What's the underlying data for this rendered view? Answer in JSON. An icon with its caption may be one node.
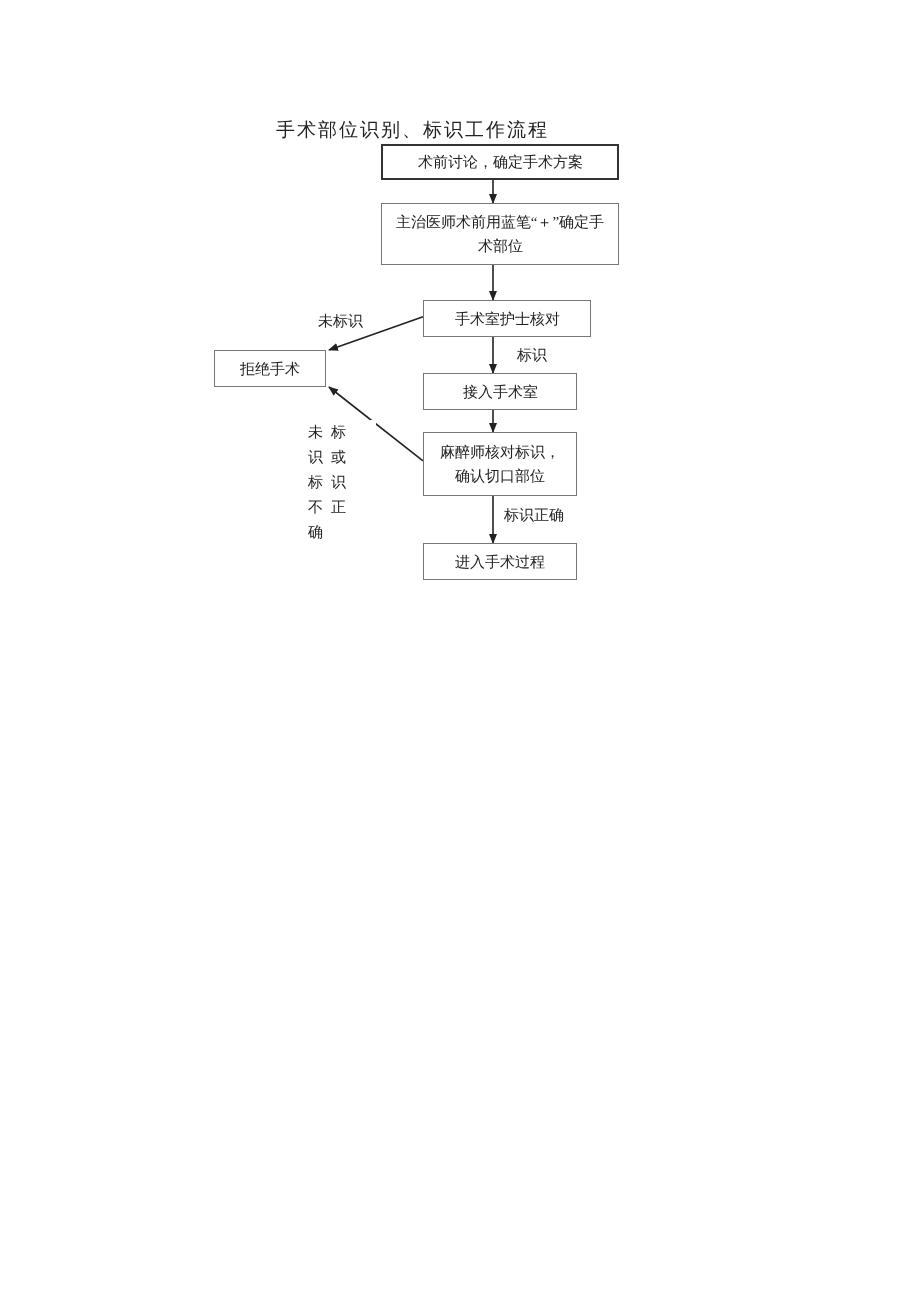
{
  "diagram": {
    "title": "手术部位识别、标识工作流程",
    "nodes": [
      {
        "text": [
          "术前讨论，确定手术方案"
        ]
      },
      {
        "text": [
          "主治医师术前用蓝笔“＋”确定手术部位"
        ]
      },
      {
        "text": [
          "手术室护士核对"
        ]
      },
      {
        "text": [
          "拒绝手术"
        ]
      },
      {
        "text": [
          "接入手术室"
        ]
      },
      {
        "text": [
          "麻醉师核对标识，确认切口部位"
        ]
      },
      {
        "text": [
          "进入手术过程"
        ]
      }
    ],
    "edges": [
      {
        "from": 0,
        "to": 1,
        "arrow": "to"
      },
      {
        "from": 1,
        "to": 2,
        "arrow": "to"
      },
      {
        "from": 2,
        "to": 3,
        "arrow": "to",
        "label": "未标识"
      },
      {
        "from": 2,
        "to": 4,
        "arrow": "to",
        "label": "标识"
      },
      {
        "from": 4,
        "to": 5,
        "arrow": "to"
      },
      {
        "from": 5,
        "to": 3,
        "arrow": "to",
        "label": "未标识或标识不正确"
      },
      {
        "from": 5,
        "to": 6,
        "arrow": "to",
        "label": "标识正确"
      }
    ]
  }
}
